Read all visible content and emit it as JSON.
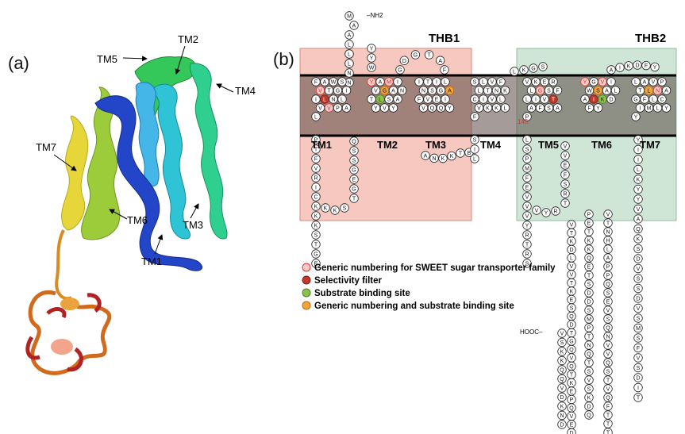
{
  "panel_a": {
    "label": "(a)",
    "tm_labels": [
      "TM1",
      "TM2",
      "TM3",
      "TM4",
      "TM5",
      "TM6",
      "TM7"
    ]
  },
  "panel_b": {
    "label": "(b)",
    "domains": [
      "THB1",
      "THB2"
    ],
    "helix_labels": [
      "TM1",
      "TM2",
      "TM3",
      "TM4",
      "TM5",
      "TM6",
      "TM7"
    ],
    "termini": {
      "n": "NH2",
      "c": "HOOC"
    },
    "residue_numbers": [
      "145"
    ],
    "legend": [
      {
        "text": "Generic numbering for SWEET sugar transporter family",
        "color": "#f7c9c9",
        "stroke": "#d9342b"
      },
      {
        "text": "Selectivity filter",
        "color": "#c0392b",
        "stroke": "#7a1c14"
      },
      {
        "text": "Substrate binding site",
        "color": "#8bc34a",
        "stroke": "#4e7d24"
      },
      {
        "text": "Generic numbering and substrate binding site",
        "color": "#f2a33a",
        "stroke": "#b8690f"
      }
    ],
    "colors": {
      "thb1_box": "#f6c8bf",
      "thb2_box": "#cfe6d6",
      "membrane": "#7d6a66"
    },
    "sequences": {
      "n_loop": "MAALNN",
      "tm1": "FAWSVTGIILNLVVPAL",
      "loop1": "PTFVRICKKKSTGE",
      "tm2": "YAMIVGANTLSAYVY",
      "loop12_top": "GDGTAF",
      "tm3": "ITILNSGAFVEIVQQY",
      "loop3": "ANKKTB",
      "tm4": "SLVFLTNKCIVLVKKLF",
      "loop45": "LKGS",
      "tm5": "VKERLGSFLIVTAFSAP",
      "loop5": "LSPMFEVVVYRTRS",
      "tm6": "YGVIWSALAIKDFY",
      "tm7": "LAVPTLNAGFLCIMLYY"
    }
  }
}
